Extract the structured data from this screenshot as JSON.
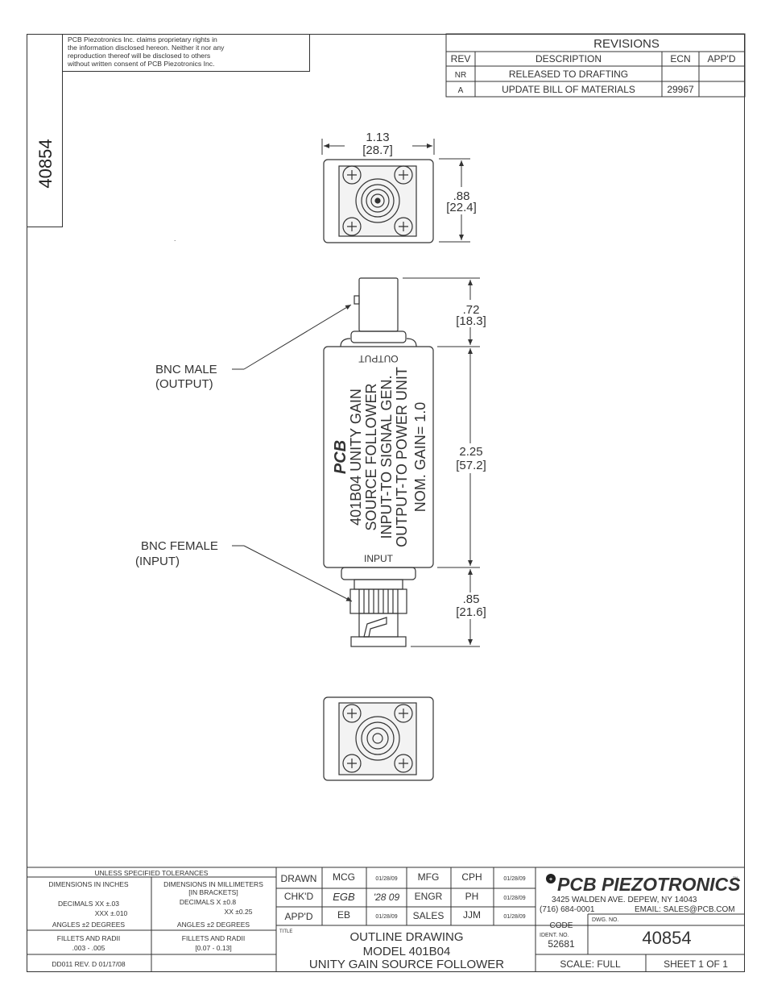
{
  "side_number": "40854",
  "notice": [
    "PCB Piezotronics Inc. claims proprietary rights in",
    "the information disclosed hereon. Neither it nor any",
    "reproduction thereof will be disclosed to others",
    "without written consent of PCB Piezotronics Inc."
  ],
  "revisions": {
    "title": "REVISIONS",
    "headers": [
      "REV",
      "DESCRIPTION",
      "ECN",
      "APP'D"
    ],
    "rows": [
      {
        "rev": "NR",
        "desc": "RELEASED TO DRAFTING",
        "ecn": "",
        "appd": ""
      },
      {
        "rev": "A",
        "desc": "UPDATE BILL OF MATERIALS",
        "ecn": "29967",
        "appd": ""
      }
    ]
  },
  "dims": {
    "width_in": "1.13",
    "width_mm": "[28.7]",
    "height_in": ".88",
    "height_mm": "[22.4]",
    "out_in": ".72",
    "out_mm": "[18.3]",
    "body_in": "2.25",
    "body_mm": "[57.2]",
    "in_in": ".85",
    "in_mm": "[21.6]"
  },
  "callouts": {
    "male_1": "BNC MALE",
    "male_2": "(OUTPUT)",
    "female_1": "BNC FEMALE",
    "female_2": "(INPUT)"
  },
  "body_label": {
    "output": "OUTPUT",
    "input": "INPUT",
    "lines": [
      "401B04  UNITY GAIN",
      "SOURCE  FOLLOWER",
      "INPUT-TO SIGNAL GEN.",
      "OUTPUT-TO POWER UNIT",
      "NOM.  GAIN=  1.0"
    ],
    "logo": "PCB"
  },
  "tolerances": {
    "title": "UNLESS SPECIFIED TOLERANCES",
    "inches_head": "DIMENSIONS IN INCHES",
    "mm_head": "DIMENSIONS IN MILLIMETERS",
    "mm_sub": "[IN BRACKETS]",
    "in_dec1": "DECIMALS  XX ±.03",
    "in_dec2": "XXX ±.010",
    "mm_dec1": "DECIMALS  X ±0.8",
    "mm_dec2": "XX ±0.25",
    "in_ang": "ANGLES ±2 DEGREES",
    "mm_ang": "ANGLES ±2 DEGREES",
    "in_fillet1": "FILLETS AND RADII",
    "in_fillet2": ".003 - .005",
    "mm_fillet1": "FILLETS AND RADII",
    "mm_fillet2": "[0.07 - 0.13]",
    "form": "DD011 REV. D 01/17/08"
  },
  "signoff": [
    {
      "role": "DRAWN",
      "name": "MCG",
      "date": "01/28/09",
      "role2": "MFG",
      "name2": "CPH",
      "date2": "01/28/09"
    },
    {
      "role": "CHK'D",
      "name": "EGB",
      "date": "'28 09",
      "role2": "ENGR",
      "name2": "PH",
      "date2": "01/28/09"
    },
    {
      "role": "APP'D",
      "name": "EB",
      "date": "01/28/09",
      "role2": "SALES",
      "name2": "JJM",
      "date2": "01/28/09"
    }
  ],
  "title_block": {
    "title_label": "TITLE",
    "line1": "OUTLINE DRAWING",
    "line2": "MODEL 401B04",
    "line3": "UNITY GAIN SOURCE FOLLOWER",
    "company": "PCB PIEZOTRONICS",
    "tm": "TM",
    "address": "3425 WALDEN AVE. DEPEW, NY 14043",
    "phone": "(716) 684-0001",
    "email": "EMAIL:  SALES@PCB.COM",
    "code_label1": "CODE",
    "code_label2": "IDENT. NO.",
    "code": "52681",
    "dwg_label": "DWG. NO.",
    "dwg_no": "40854",
    "scale": "SCALE:  FULL",
    "sheet": "SHEET 1 OF 1"
  }
}
